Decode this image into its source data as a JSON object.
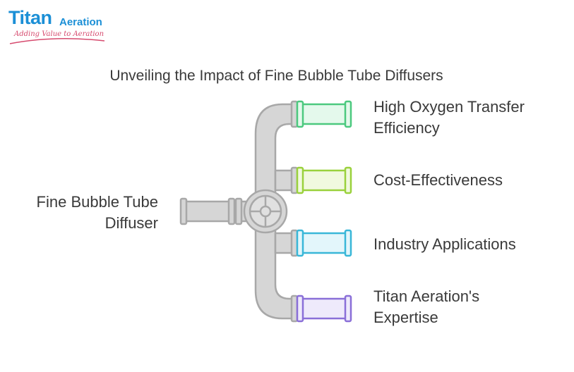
{
  "logo": {
    "name_part1": "Titan",
    "name_part2": "Aeration",
    "tagline": "Adding Value to Aeration",
    "color_primary": "#1b8fd6",
    "color_secondary": "#d64a6e"
  },
  "title": "Unveiling the Impact of Fine Bubble Tube Diffusers",
  "source_label": [
    "Fine Bubble Tube",
    "Diffuser"
  ],
  "branches": [
    {
      "lines": [
        "High Oxygen Transfer",
        "Efficiency"
      ],
      "color": "#4cc97f",
      "fill": "#e4f9ec"
    },
    {
      "lines": [
        "Cost-Effectiveness"
      ],
      "color": "#9ad13c",
      "fill": "#f1f9df"
    },
    {
      "lines": [
        "Industry Applications"
      ],
      "color": "#39b7d8",
      "fill": "#e3f6fb"
    },
    {
      "lines": [
        "Titan Aeration's",
        "Expertise"
      ],
      "color": "#8a6fd8",
      "fill": "#eeeafb"
    }
  ],
  "pipe_color": "#a8a8a8"
}
